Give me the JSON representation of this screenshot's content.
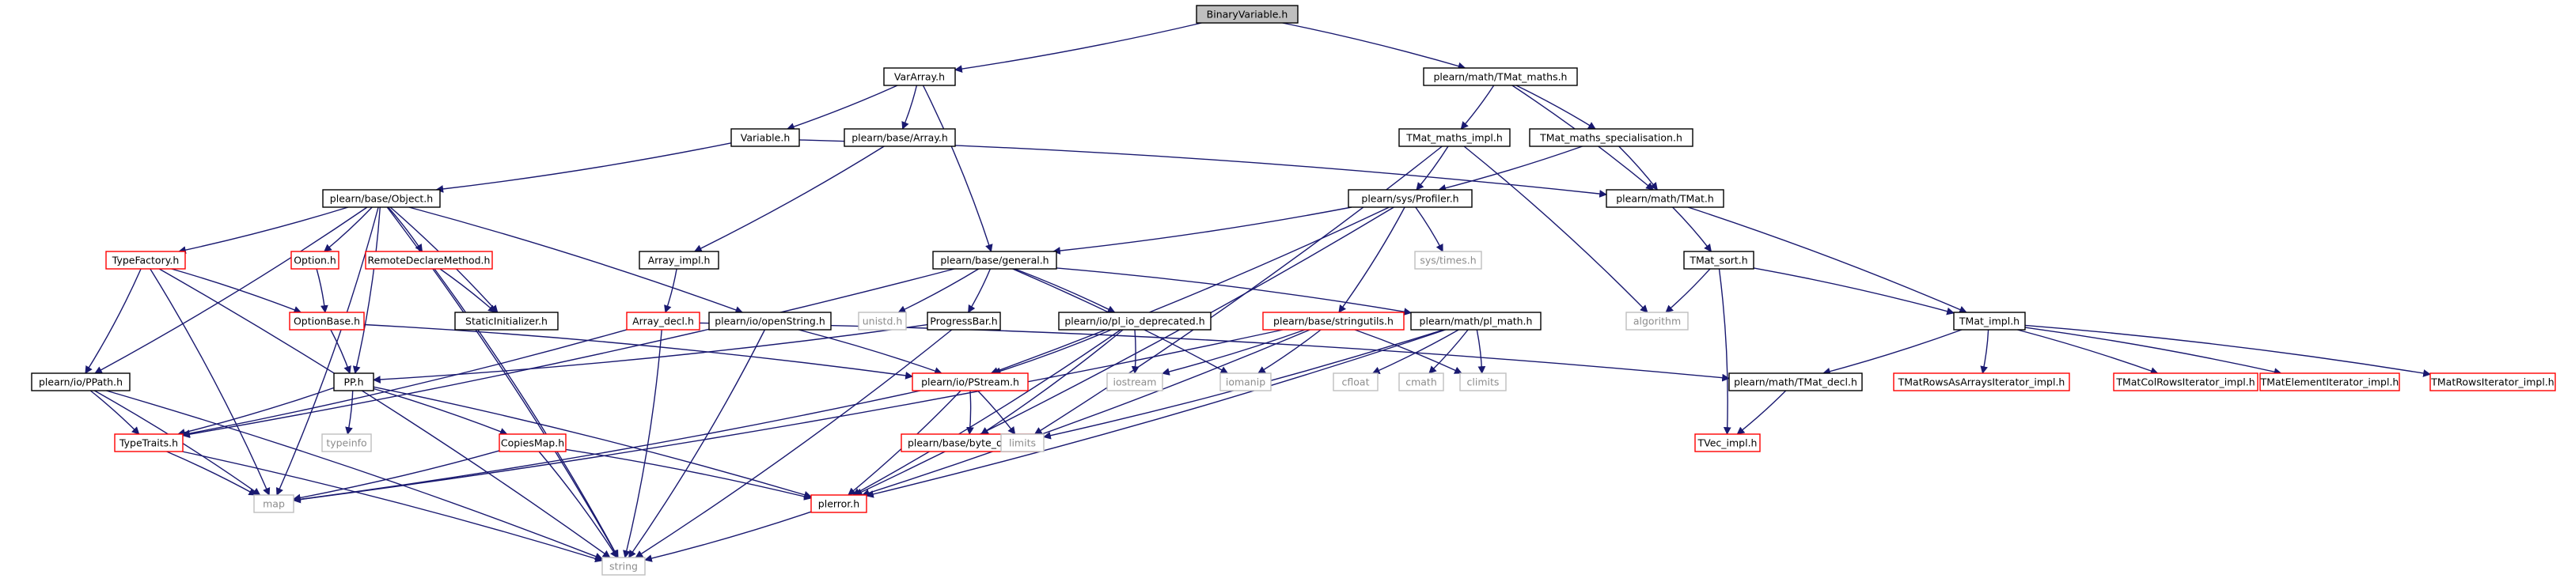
{
  "colors": {
    "edge": "#191970",
    "border_default": "#000000",
    "border_truncated": "#ff0000",
    "border_system": "#bfbfbf",
    "fill_root": "#bfbfbf",
    "fill_default": "#ffffff",
    "text_default": "#000000",
    "text_system": "#8c8c8c"
  },
  "graph": {
    "nodes": [
      {
        "id": "binaryvariable",
        "label": "BinaryVariable.h",
        "kind": "root"
      },
      {
        "id": "vararray",
        "label": "VarArray.h",
        "kind": "normal"
      },
      {
        "id": "tmat_maths",
        "label": "plearn/math/TMat_maths.h",
        "kind": "normal"
      },
      {
        "id": "variable",
        "label": "Variable.h",
        "kind": "normal"
      },
      {
        "id": "array",
        "label": "plearn/base/Array.h",
        "kind": "normal"
      },
      {
        "id": "tmat_maths_impl",
        "label": "TMat_maths_impl.h",
        "kind": "normal"
      },
      {
        "id": "tmat_maths_spec",
        "label": "TMat_maths_specialisation.h",
        "kind": "normal"
      },
      {
        "id": "object",
        "label": "plearn/base/Object.h",
        "kind": "normal"
      },
      {
        "id": "profiler",
        "label": "plearn/sys/Profiler.h",
        "kind": "normal"
      },
      {
        "id": "tmat",
        "label": "plearn/math/TMat.h",
        "kind": "normal"
      },
      {
        "id": "typefactory",
        "label": "TypeFactory.h",
        "kind": "truncated"
      },
      {
        "id": "option",
        "label": "Option.h",
        "kind": "truncated"
      },
      {
        "id": "remotedeclare",
        "label": "RemoteDeclareMethod.h",
        "kind": "truncated"
      },
      {
        "id": "array_impl",
        "label": "Array_impl.h",
        "kind": "normal"
      },
      {
        "id": "general",
        "label": "plearn/base/general.h",
        "kind": "normal"
      },
      {
        "id": "systimes",
        "label": "sys/times.h",
        "kind": "system"
      },
      {
        "id": "tmat_sort",
        "label": "TMat_sort.h",
        "kind": "normal"
      },
      {
        "id": "optionbase",
        "label": "OptionBase.h",
        "kind": "truncated"
      },
      {
        "id": "staticinit",
        "label": "StaticInitializer.h",
        "kind": "normal"
      },
      {
        "id": "array_decl",
        "label": "Array_decl.h",
        "kind": "truncated"
      },
      {
        "id": "openstring",
        "label": "plearn/io/openString.h",
        "kind": "normal"
      },
      {
        "id": "unistd",
        "label": "unistd.h",
        "kind": "system"
      },
      {
        "id": "progressbar",
        "label": "ProgressBar.h",
        "kind": "normal"
      },
      {
        "id": "pl_io_dep",
        "label": "plearn/io/pl_io_deprecated.h",
        "kind": "normal"
      },
      {
        "id": "stringutils",
        "label": "plearn/base/stringutils.h",
        "kind": "truncated"
      },
      {
        "id": "pl_math",
        "label": "plearn/math/pl_math.h",
        "kind": "normal"
      },
      {
        "id": "algorithm",
        "label": "algorithm",
        "kind": "system"
      },
      {
        "id": "tmat_impl",
        "label": "TMat_impl.h",
        "kind": "normal"
      },
      {
        "id": "ppath",
        "label": "plearn/io/PPath.h",
        "kind": "normal"
      },
      {
        "id": "pp",
        "label": "PP.h",
        "kind": "normal"
      },
      {
        "id": "pstream",
        "label": "plearn/io/PStream.h",
        "kind": "truncated"
      },
      {
        "id": "iostream",
        "label": "iostream",
        "kind": "system"
      },
      {
        "id": "iomanip",
        "label": "iomanip",
        "kind": "system"
      },
      {
        "id": "cfloat",
        "label": "cfloat",
        "kind": "system"
      },
      {
        "id": "cmath",
        "label": "cmath",
        "kind": "system"
      },
      {
        "id": "climits",
        "label": "climits",
        "kind": "system"
      },
      {
        "id": "tmat_decl",
        "label": "plearn/math/TMat_decl.h",
        "kind": "normal"
      },
      {
        "id": "tmatrows_arrays",
        "label": "TMatRowsAsArraysIterator_impl.h",
        "kind": "truncated"
      },
      {
        "id": "tmatcolrows",
        "label": "TMatColRowsIterator_impl.h",
        "kind": "truncated"
      },
      {
        "id": "tmatelem",
        "label": "TMatElementIterator_impl.h",
        "kind": "truncated"
      },
      {
        "id": "tmatrows",
        "label": "TMatRowsIterator_impl.h",
        "kind": "truncated"
      },
      {
        "id": "typeinfo",
        "label": "typeinfo",
        "kind": "system"
      },
      {
        "id": "typetraits",
        "label": "TypeTraits.h",
        "kind": "truncated"
      },
      {
        "id": "copiesmap",
        "label": "CopiesMap.h",
        "kind": "truncated"
      },
      {
        "id": "byte_order",
        "label": "plearn/base/byte_order.h",
        "kind": "truncated"
      },
      {
        "id": "limits",
        "label": "limits",
        "kind": "system"
      },
      {
        "id": "tvec_impl",
        "label": "TVec_impl.h",
        "kind": "truncated"
      },
      {
        "id": "map",
        "label": "map",
        "kind": "system"
      },
      {
        "id": "plerror",
        "label": "plerror.h",
        "kind": "truncated"
      },
      {
        "id": "string",
        "label": "string",
        "kind": "system"
      }
    ],
    "edges": [
      [
        "binaryvariable",
        "vararray"
      ],
      [
        "binaryvariable",
        "tmat_maths"
      ],
      [
        "vararray",
        "variable"
      ],
      [
        "vararray",
        "array"
      ],
      [
        "vararray",
        "general"
      ],
      [
        "tmat_maths",
        "tmat_maths_impl"
      ],
      [
        "tmat_maths",
        "tmat_maths_spec"
      ],
      [
        "tmat_maths",
        "tmat"
      ],
      [
        "variable",
        "object"
      ],
      [
        "variable",
        "tmat"
      ],
      [
        "array",
        "array_impl"
      ],
      [
        "tmat_maths_impl",
        "profiler"
      ],
      [
        "tmat_maths_impl",
        "limits"
      ],
      [
        "tmat_maths_impl",
        "algorithm"
      ],
      [
        "tmat_maths_spec",
        "profiler"
      ],
      [
        "tmat_maths_spec",
        "tmat"
      ],
      [
        "object",
        "typefactory"
      ],
      [
        "object",
        "option"
      ],
      [
        "object",
        "remotedeclare"
      ],
      [
        "object",
        "staticinit"
      ],
      [
        "object",
        "openstring"
      ],
      [
        "object",
        "ppath"
      ],
      [
        "object",
        "pp"
      ],
      [
        "object",
        "map"
      ],
      [
        "object",
        "string"
      ],
      [
        "profiler",
        "general"
      ],
      [
        "profiler",
        "systimes"
      ],
      [
        "profiler",
        "pstream"
      ],
      [
        "profiler",
        "stringutils"
      ],
      [
        "profiler",
        "plerror"
      ],
      [
        "tmat",
        "tmat_sort"
      ],
      [
        "tmat",
        "tmat_impl"
      ],
      [
        "typefactory",
        "optionbase"
      ],
      [
        "typefactory",
        "ppath"
      ],
      [
        "typefactory",
        "map"
      ],
      [
        "typefactory",
        "string"
      ],
      [
        "option",
        "optionbase"
      ],
      [
        "remotedeclare",
        "staticinit"
      ],
      [
        "remotedeclare",
        "string"
      ],
      [
        "array_impl",
        "array_decl"
      ],
      [
        "general",
        "typetraits"
      ],
      [
        "general",
        "unistd"
      ],
      [
        "general",
        "progressbar"
      ],
      [
        "general",
        "pl_io_dep"
      ],
      [
        "general",
        "pl_math"
      ],
      [
        "general",
        "iomanip"
      ],
      [
        "tmat_sort",
        "algorithm"
      ],
      [
        "tmat_sort",
        "tmat_impl"
      ],
      [
        "tmat_sort",
        "tvec_impl"
      ],
      [
        "optionbase",
        "pp"
      ],
      [
        "optionbase",
        "pstream"
      ],
      [
        "array_decl",
        "typetraits"
      ],
      [
        "array_decl",
        "string"
      ],
      [
        "array_decl",
        "tmat_decl"
      ],
      [
        "openstring",
        "pstream"
      ],
      [
        "openstring",
        "string"
      ],
      [
        "progressbar",
        "pp"
      ],
      [
        "progressbar",
        "string"
      ],
      [
        "pl_io_dep",
        "pstream"
      ],
      [
        "pl_io_dep",
        "iostream"
      ],
      [
        "pl_io_dep",
        "byte_order"
      ],
      [
        "pl_io_dep",
        "plerror"
      ],
      [
        "stringutils",
        "iostream"
      ],
      [
        "stringutils",
        "iomanip"
      ],
      [
        "stringutils",
        "map"
      ],
      [
        "stringutils",
        "plerror"
      ],
      [
        "stringutils",
        "climits"
      ],
      [
        "pl_math",
        "cfloat"
      ],
      [
        "pl_math",
        "cmath"
      ],
      [
        "pl_math",
        "climits"
      ],
      [
        "pl_math",
        "limits"
      ],
      [
        "pl_math",
        "plerror"
      ],
      [
        "tmat_impl",
        "tmat_decl"
      ],
      [
        "tmat_impl",
        "tmatrows_arrays"
      ],
      [
        "tmat_impl",
        "tmatcolrows"
      ],
      [
        "tmat_impl",
        "tmatelem"
      ],
      [
        "tmat_impl",
        "tmatrows"
      ],
      [
        "ppath",
        "typetraits"
      ],
      [
        "ppath",
        "map"
      ],
      [
        "ppath",
        "string"
      ],
      [
        "pp",
        "typeinfo"
      ],
      [
        "pp",
        "typetraits"
      ],
      [
        "pp",
        "copiesmap"
      ],
      [
        "pp",
        "plerror"
      ],
      [
        "pstream",
        "map"
      ],
      [
        "pstream",
        "byte_order"
      ],
      [
        "pstream",
        "plerror"
      ],
      [
        "pstream",
        "limits"
      ],
      [
        "tmat_decl",
        "tvec_impl"
      ],
      [
        "typetraits",
        "map"
      ],
      [
        "typetraits",
        "string"
      ],
      [
        "copiesmap",
        "map"
      ],
      [
        "copiesmap",
        "string"
      ],
      [
        "copiesmap",
        "plerror"
      ],
      [
        "plerror",
        "string"
      ]
    ]
  }
}
